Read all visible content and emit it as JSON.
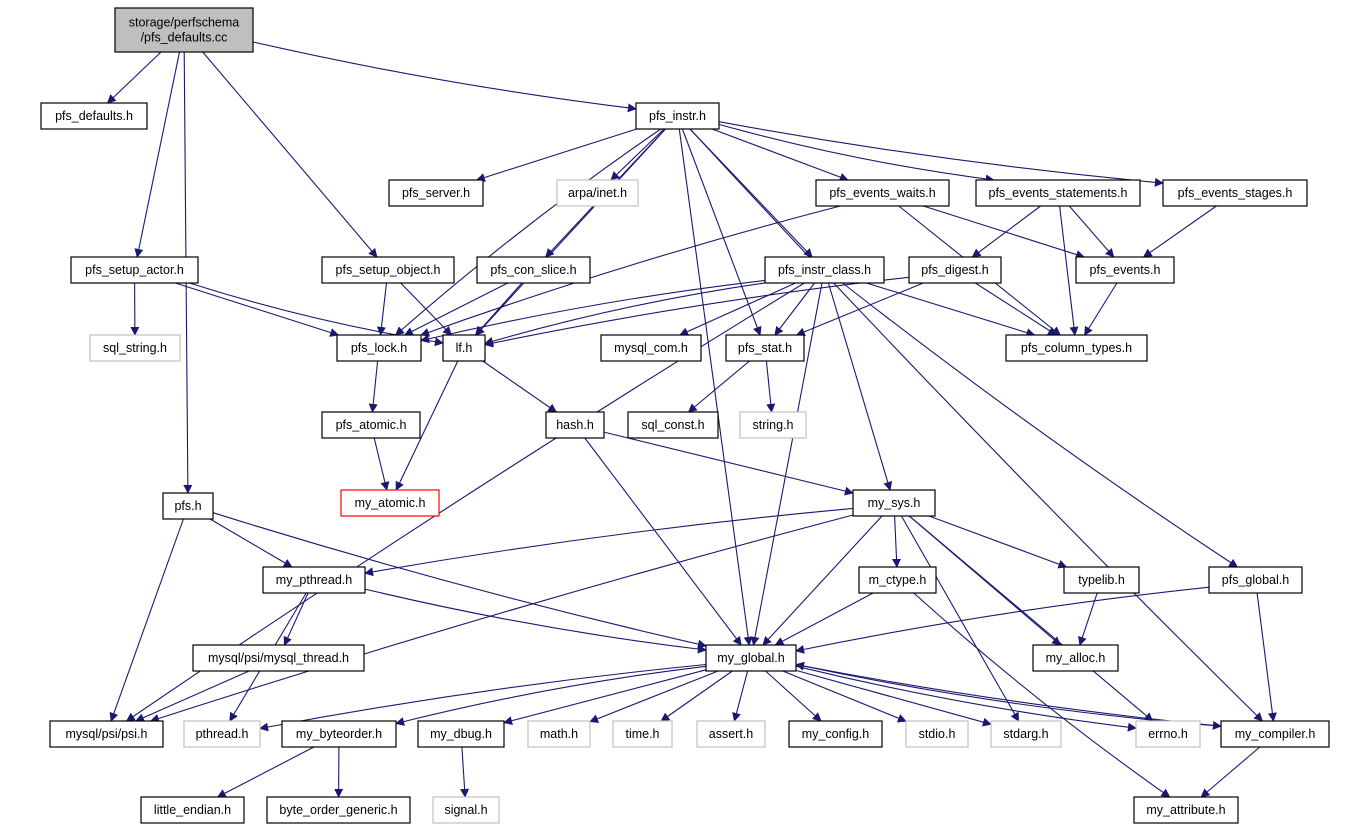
{
  "diagram": {
    "title_lines": [
      "storage/perfschema",
      "/pfs_defaults.cc"
    ],
    "colors": {
      "edge": "#191970",
      "node_border": "#000000",
      "root_fill": "#bfbfbf",
      "missing_border": "#c0c0c0",
      "highlight_border": "#ff0000"
    },
    "nodes": [
      {
        "id": "root",
        "label": "storage/perfschema\n/pfs_defaults.cc",
        "style": "root"
      },
      {
        "id": "pfs_defaults",
        "label": "pfs_defaults.h",
        "style": "normal"
      },
      {
        "id": "pfs_instr",
        "label": "pfs_instr.h",
        "style": "normal"
      },
      {
        "id": "pfs_server",
        "label": "pfs_server.h",
        "style": "normal"
      },
      {
        "id": "arpa_inet",
        "label": "arpa/inet.h",
        "style": "missing"
      },
      {
        "id": "pfs_events_waits",
        "label": "pfs_events_waits.h",
        "style": "normal"
      },
      {
        "id": "pfs_events_statements",
        "label": "pfs_events_statements.h",
        "style": "normal"
      },
      {
        "id": "pfs_events_stages",
        "label": "pfs_events_stages.h",
        "style": "normal"
      },
      {
        "id": "pfs_setup_actor",
        "label": "pfs_setup_actor.h",
        "style": "normal"
      },
      {
        "id": "pfs_setup_object",
        "label": "pfs_setup_object.h",
        "style": "normal"
      },
      {
        "id": "pfs_con_slice",
        "label": "pfs_con_slice.h",
        "style": "normal"
      },
      {
        "id": "pfs_instr_class",
        "label": "pfs_instr_class.h",
        "style": "normal"
      },
      {
        "id": "pfs_digest",
        "label": "pfs_digest.h",
        "style": "normal"
      },
      {
        "id": "pfs_events",
        "label": "pfs_events.h",
        "style": "normal"
      },
      {
        "id": "sql_string",
        "label": "sql_string.h",
        "style": "missing"
      },
      {
        "id": "pfs_lock",
        "label": "pfs_lock.h",
        "style": "normal"
      },
      {
        "id": "lf",
        "label": "lf.h",
        "style": "normal"
      },
      {
        "id": "mysql_com",
        "label": "mysql_com.h",
        "style": "normal"
      },
      {
        "id": "pfs_stat",
        "label": "pfs_stat.h",
        "style": "normal"
      },
      {
        "id": "pfs_column_types",
        "label": "pfs_column_types.h",
        "style": "normal"
      },
      {
        "id": "pfs_atomic",
        "label": "pfs_atomic.h",
        "style": "normal"
      },
      {
        "id": "hash",
        "label": "hash.h",
        "style": "normal"
      },
      {
        "id": "sql_const",
        "label": "sql_const.h",
        "style": "normal"
      },
      {
        "id": "string_h",
        "label": "string.h",
        "style": "missing"
      },
      {
        "id": "my_atomic",
        "label": "my_atomic.h",
        "style": "red"
      },
      {
        "id": "pfs",
        "label": "pfs.h",
        "style": "normal"
      },
      {
        "id": "my_sys",
        "label": "my_sys.h",
        "style": "normal"
      },
      {
        "id": "my_pthread",
        "label": "my_pthread.h",
        "style": "normal"
      },
      {
        "id": "m_ctype",
        "label": "m_ctype.h",
        "style": "normal"
      },
      {
        "id": "typelib",
        "label": "typelib.h",
        "style": "normal"
      },
      {
        "id": "pfs_global",
        "label": "pfs_global.h",
        "style": "normal"
      },
      {
        "id": "mysql_thread",
        "label": "mysql/psi/mysql_thread.h",
        "style": "normal"
      },
      {
        "id": "my_global",
        "label": "my_global.h",
        "style": "normal"
      },
      {
        "id": "my_alloc",
        "label": "my_alloc.h",
        "style": "normal"
      },
      {
        "id": "psi",
        "label": "mysql/psi/psi.h",
        "style": "normal"
      },
      {
        "id": "pthread",
        "label": "pthread.h",
        "style": "missing"
      },
      {
        "id": "my_byteorder",
        "label": "my_byteorder.h",
        "style": "normal"
      },
      {
        "id": "my_dbug",
        "label": "my_dbug.h",
        "style": "normal"
      },
      {
        "id": "math",
        "label": "math.h",
        "style": "missing"
      },
      {
        "id": "time",
        "label": "time.h",
        "style": "missing"
      },
      {
        "id": "assert",
        "label": "assert.h",
        "style": "missing"
      },
      {
        "id": "my_config",
        "label": "my_config.h",
        "style": "normal"
      },
      {
        "id": "stdio",
        "label": "stdio.h",
        "style": "missing"
      },
      {
        "id": "stdarg",
        "label": "stdarg.h",
        "style": "missing"
      },
      {
        "id": "errno",
        "label": "errno.h",
        "style": "missing"
      },
      {
        "id": "my_compiler",
        "label": "my_compiler.h",
        "style": "normal"
      },
      {
        "id": "little_endian",
        "label": "little_endian.h",
        "style": "normal"
      },
      {
        "id": "byte_order_generic",
        "label": "byte_order_generic.h",
        "style": "normal"
      },
      {
        "id": "signal",
        "label": "signal.h",
        "style": "missing"
      },
      {
        "id": "my_attribute",
        "label": "my_attribute.h",
        "style": "normal"
      }
    ],
    "edges": [
      [
        "root",
        "pfs_defaults"
      ],
      [
        "root",
        "pfs_instr"
      ],
      [
        "root",
        "pfs_setup_actor"
      ],
      [
        "root",
        "pfs_setup_object"
      ],
      [
        "root",
        "pfs"
      ],
      [
        "pfs_instr",
        "pfs_server"
      ],
      [
        "pfs_instr",
        "arpa_inet"
      ],
      [
        "pfs_instr",
        "pfs_events_waits"
      ],
      [
        "pfs_instr",
        "pfs_events_statements"
      ],
      [
        "pfs_instr",
        "pfs_events_stages"
      ],
      [
        "pfs_instr",
        "pfs_con_slice"
      ],
      [
        "pfs_instr",
        "pfs_instr_class"
      ],
      [
        "pfs_instr",
        "pfs_lock"
      ],
      [
        "pfs_instr",
        "lf"
      ],
      [
        "pfs_instr",
        "pfs_stat"
      ],
      [
        "pfs_instr",
        "my_global"
      ],
      [
        "pfs_instr",
        "my_compiler"
      ],
      [
        "pfs_setup_actor",
        "sql_string"
      ],
      [
        "pfs_setup_actor",
        "pfs_lock"
      ],
      [
        "pfs_setup_actor",
        "lf"
      ],
      [
        "pfs_setup_object",
        "pfs_lock"
      ],
      [
        "pfs_setup_object",
        "lf"
      ],
      [
        "pfs_con_slice",
        "pfs_lock"
      ],
      [
        "pfs_con_slice",
        "lf"
      ],
      [
        "pfs_events_waits",
        "pfs_events"
      ],
      [
        "pfs_events_waits",
        "pfs_column_types"
      ],
      [
        "pfs_events_waits",
        "pfs_lock"
      ],
      [
        "pfs_events_statements",
        "pfs_events"
      ],
      [
        "pfs_events_statements",
        "pfs_digest"
      ],
      [
        "pfs_events_statements",
        "pfs_column_types"
      ],
      [
        "pfs_events_stages",
        "pfs_events"
      ],
      [
        "pfs_events",
        "pfs_column_types"
      ],
      [
        "pfs_instr_class",
        "pfs_lock"
      ],
      [
        "pfs_instr_class",
        "lf"
      ],
      [
        "pfs_instr_class",
        "mysql_com"
      ],
      [
        "pfs_instr_class",
        "pfs_stat"
      ],
      [
        "pfs_instr_class",
        "pfs_column_types"
      ],
      [
        "pfs_instr_class",
        "my_sys"
      ],
      [
        "pfs_instr_class",
        "my_global"
      ],
      [
        "pfs_instr_class",
        "pfs_global"
      ],
      [
        "pfs_instr_class",
        "psi"
      ],
      [
        "pfs_digest",
        "pfs_column_types"
      ],
      [
        "pfs_digest",
        "pfs_stat"
      ],
      [
        "pfs_digest",
        "lf"
      ],
      [
        "pfs_lock",
        "pfs_atomic"
      ],
      [
        "pfs_atomic",
        "my_atomic"
      ],
      [
        "lf",
        "my_atomic"
      ],
      [
        "lf",
        "hash"
      ],
      [
        "pfs_stat",
        "sql_const"
      ],
      [
        "pfs_stat",
        "string_h"
      ],
      [
        "hash",
        "my_sys"
      ],
      [
        "hash",
        "my_global"
      ],
      [
        "pfs",
        "my_pthread"
      ],
      [
        "pfs",
        "psi"
      ],
      [
        "pfs",
        "my_global"
      ],
      [
        "my_sys",
        "my_pthread"
      ],
      [
        "my_sys",
        "m_ctype"
      ],
      [
        "my_sys",
        "typelib"
      ],
      [
        "my_sys",
        "my_global"
      ],
      [
        "my_sys",
        "my_alloc"
      ],
      [
        "my_sys",
        "stdarg"
      ],
      [
        "my_sys",
        "errno"
      ],
      [
        "my_sys",
        "psi"
      ],
      [
        "my_pthread",
        "mysql_thread"
      ],
      [
        "my_pthread",
        "pthread"
      ],
      [
        "my_pthread",
        "my_global"
      ],
      [
        "mysql_thread",
        "psi"
      ],
      [
        "m_ctype",
        "my_global"
      ],
      [
        "m_ctype",
        "my_attribute"
      ],
      [
        "typelib",
        "my_alloc"
      ],
      [
        "pfs_global",
        "my_global"
      ],
      [
        "pfs_global",
        "my_compiler"
      ],
      [
        "my_global",
        "pthread"
      ],
      [
        "my_global",
        "my_byteorder"
      ],
      [
        "my_global",
        "my_dbug"
      ],
      [
        "my_global",
        "math"
      ],
      [
        "my_global",
        "time"
      ],
      [
        "my_global",
        "assert"
      ],
      [
        "my_global",
        "my_config"
      ],
      [
        "my_global",
        "stdio"
      ],
      [
        "my_global",
        "stdarg"
      ],
      [
        "my_global",
        "errno"
      ],
      [
        "my_global",
        "my_compiler"
      ],
      [
        "my_compiler",
        "my_global"
      ],
      [
        "my_compiler",
        "my_attribute"
      ],
      [
        "my_byteorder",
        "little_endian"
      ],
      [
        "my_byteorder",
        "byte_order_generic"
      ],
      [
        "my_dbug",
        "signal"
      ]
    ]
  }
}
